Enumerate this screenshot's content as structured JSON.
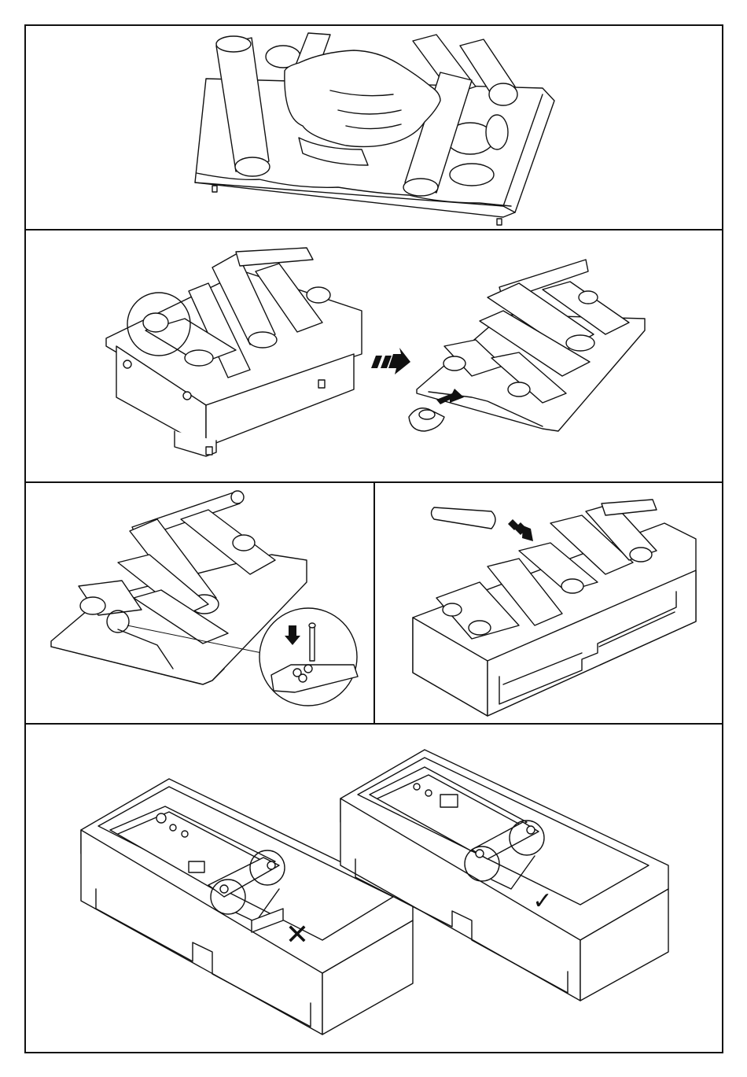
{
  "panels": [
    {
      "id": 1,
      "step": "place-logs-by-hand"
    },
    {
      "id": 2,
      "step": "remove-log-retainer"
    },
    {
      "id": 3,
      "step": "insert-pin-into-socket"
    },
    {
      "id": 4,
      "step": "place-last-log"
    },
    {
      "id": 5,
      "step": "check-fixing-bracket-orientation"
    }
  ],
  "marks": {
    "wrong": "✕",
    "correct": "✓"
  },
  "icons": [
    "hand-icon",
    "arrow-icon",
    "magnifier-circle-icon",
    "cross-mark-icon",
    "check-mark-icon"
  ]
}
